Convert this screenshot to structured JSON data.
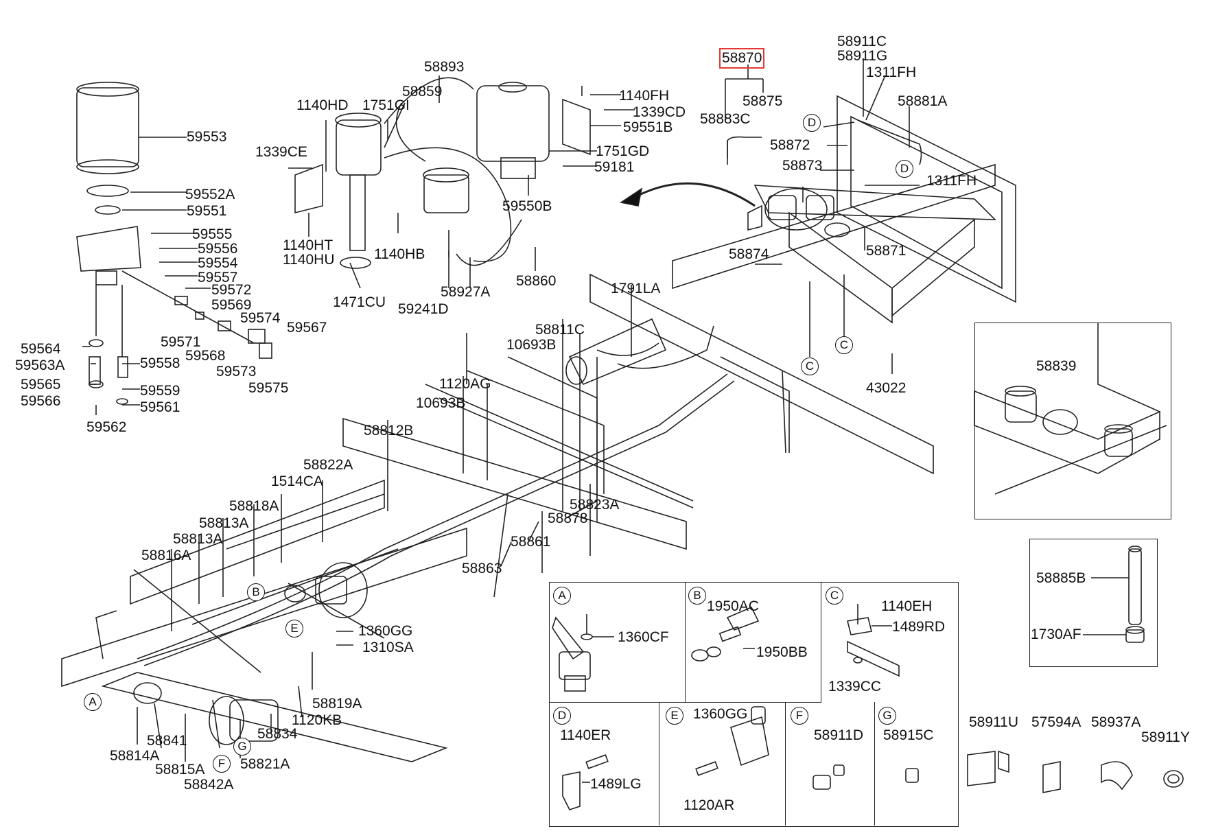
{
  "labels": {
    "l59553": "59553",
    "l59552A": "59552A",
    "l59551": "59551",
    "l59555": "59555",
    "l59556": "59556",
    "l59554": "59554",
    "l59557": "59557",
    "l59572": "59572",
    "l59569": "59569",
    "l59574": "59574",
    "l59567": "59567",
    "l59571": "59571",
    "l59568": "59568",
    "l59573": "59573",
    "l59575": "59575",
    "l59564": "59564",
    "l59563A": "59563A",
    "l59558": "59558",
    "l59565": "59565",
    "l59559": "59559",
    "l59566": "59566",
    "l59561": "59561",
    "l59562": "59562",
    "l1140HD": "1140HD",
    "l1751GI": "1751GI",
    "l58859": "58859",
    "l58893": "58893",
    "l1339CE": "1339CE",
    "l1140HT": "1140HT",
    "l1140HU": "1140HU",
    "l1471CU": "1471CU",
    "l1140HB": "1140HB",
    "l59241D": "59241D",
    "l58927A": "58927A",
    "l58860": "58860",
    "l1140FH": "1140FH",
    "l1339CD": "1339CD",
    "l59551B": "59551B",
    "l1751GD": "1751GD",
    "l59181": "59181",
    "l59550B": "59550B",
    "l58870": "58870",
    "l58875": "58875",
    "l58883C": "58883C",
    "l58911C": "58911C",
    "l58911G": "58911G",
    "l1311FH_a": "1311FH",
    "l58881A": "58881A",
    "l58872": "58872",
    "l58873": "58873",
    "l1311FH_b": "1311FH",
    "l58874": "58874",
    "l58871": "58871",
    "l1791LA": "1791LA",
    "l58811C": "58811C",
    "l10693B_a": "10693B",
    "l43022": "43022",
    "l1120AG": "1120AG",
    "l10693B_b": "10693B",
    "l58812B": "58812B",
    "l58822A": "58822A",
    "l1514CA": "1514CA",
    "l58818A": "58818A",
    "l58813A_a": "58813A",
    "l58813A_b": "58813A",
    "l58816A": "58816A",
    "l58823A": "58823A",
    "l58878": "58878",
    "l58861": "58861",
    "l58863": "58863",
    "l1360GG_a": "1360GG",
    "l1310SA": "1310SA",
    "l58819A": "58819A",
    "l1120KB": "1120KB",
    "l58834": "58834",
    "l58841": "58841",
    "l58814A": "58814A",
    "l58815A": "58815A",
    "l58842A": "58842A",
    "l58821A": "58821A",
    "l58839": "58839",
    "l58885B": "58885B",
    "l1730AF": "1730AF",
    "l1360CF": "1360CF",
    "l1950AC": "1950AC",
    "l1950BB": "1950BB",
    "l1140EH": "1140EH",
    "l1489RD": "1489RD",
    "l1339CC": "1339CC",
    "l1140ER": "1140ER",
    "l1489LG": "1489LG",
    "l1360GG_b": "1360GG",
    "l1120AR": "1120AR",
    "l58911D": "58911D",
    "l58915C": "58915C",
    "l58911U": "58911U",
    "l57594A": "57594A",
    "l58937A": "58937A",
    "l58911Y": "58911Y"
  },
  "callouts": {
    "A": "A",
    "B": "B",
    "C": "C",
    "D": "D",
    "E": "E",
    "F": "F",
    "G": "G"
  },
  "highlight_color": "#e53935"
}
